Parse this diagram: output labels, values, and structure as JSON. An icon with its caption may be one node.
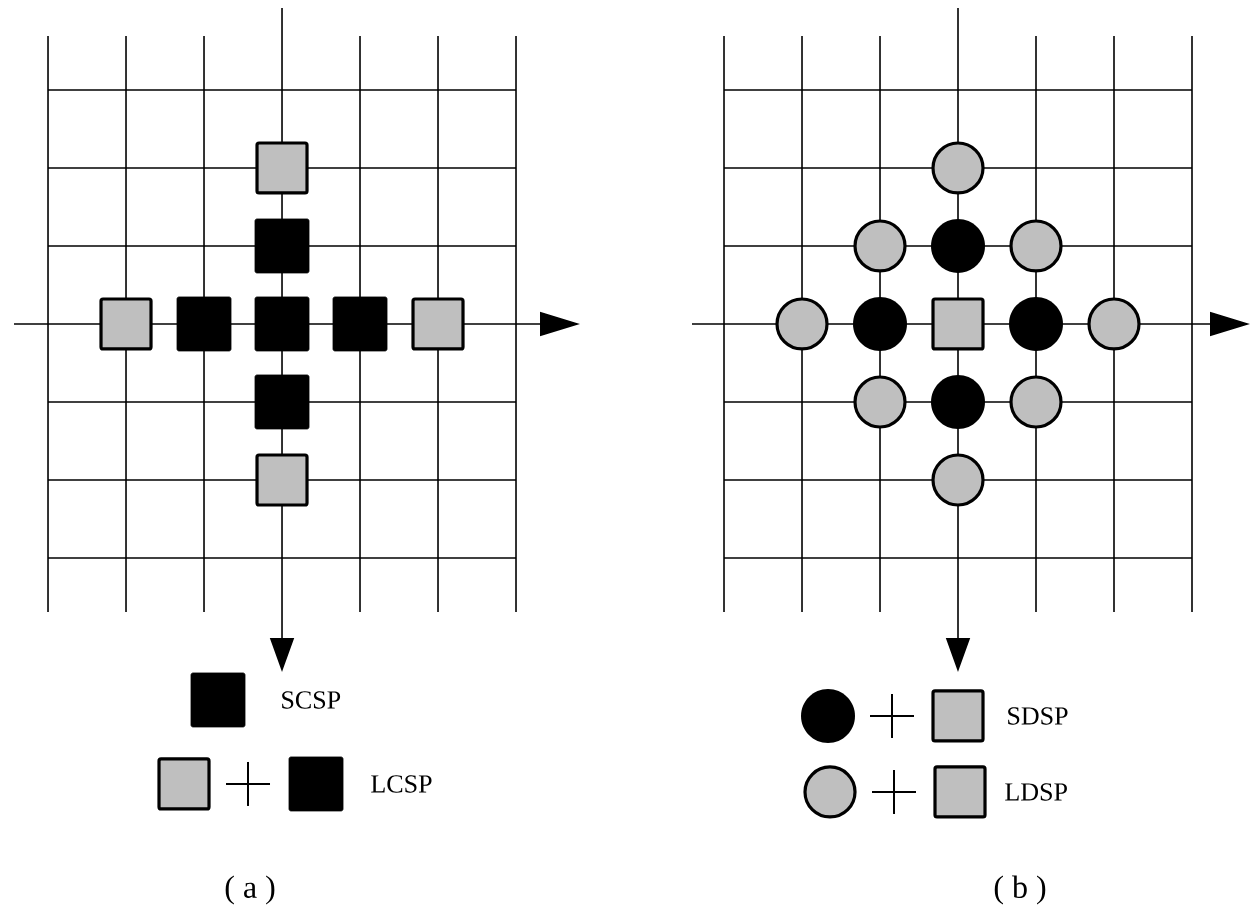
{
  "diagram": {
    "labels": [
      "( a )",
      "( b )"
    ],
    "legend": [
      {
        "text": "SCSP"
      },
      {
        "text": "LCSP"
      },
      {
        "text": "SDSP"
      },
      {
        "text": "LDSP"
      }
    ]
  }
}
